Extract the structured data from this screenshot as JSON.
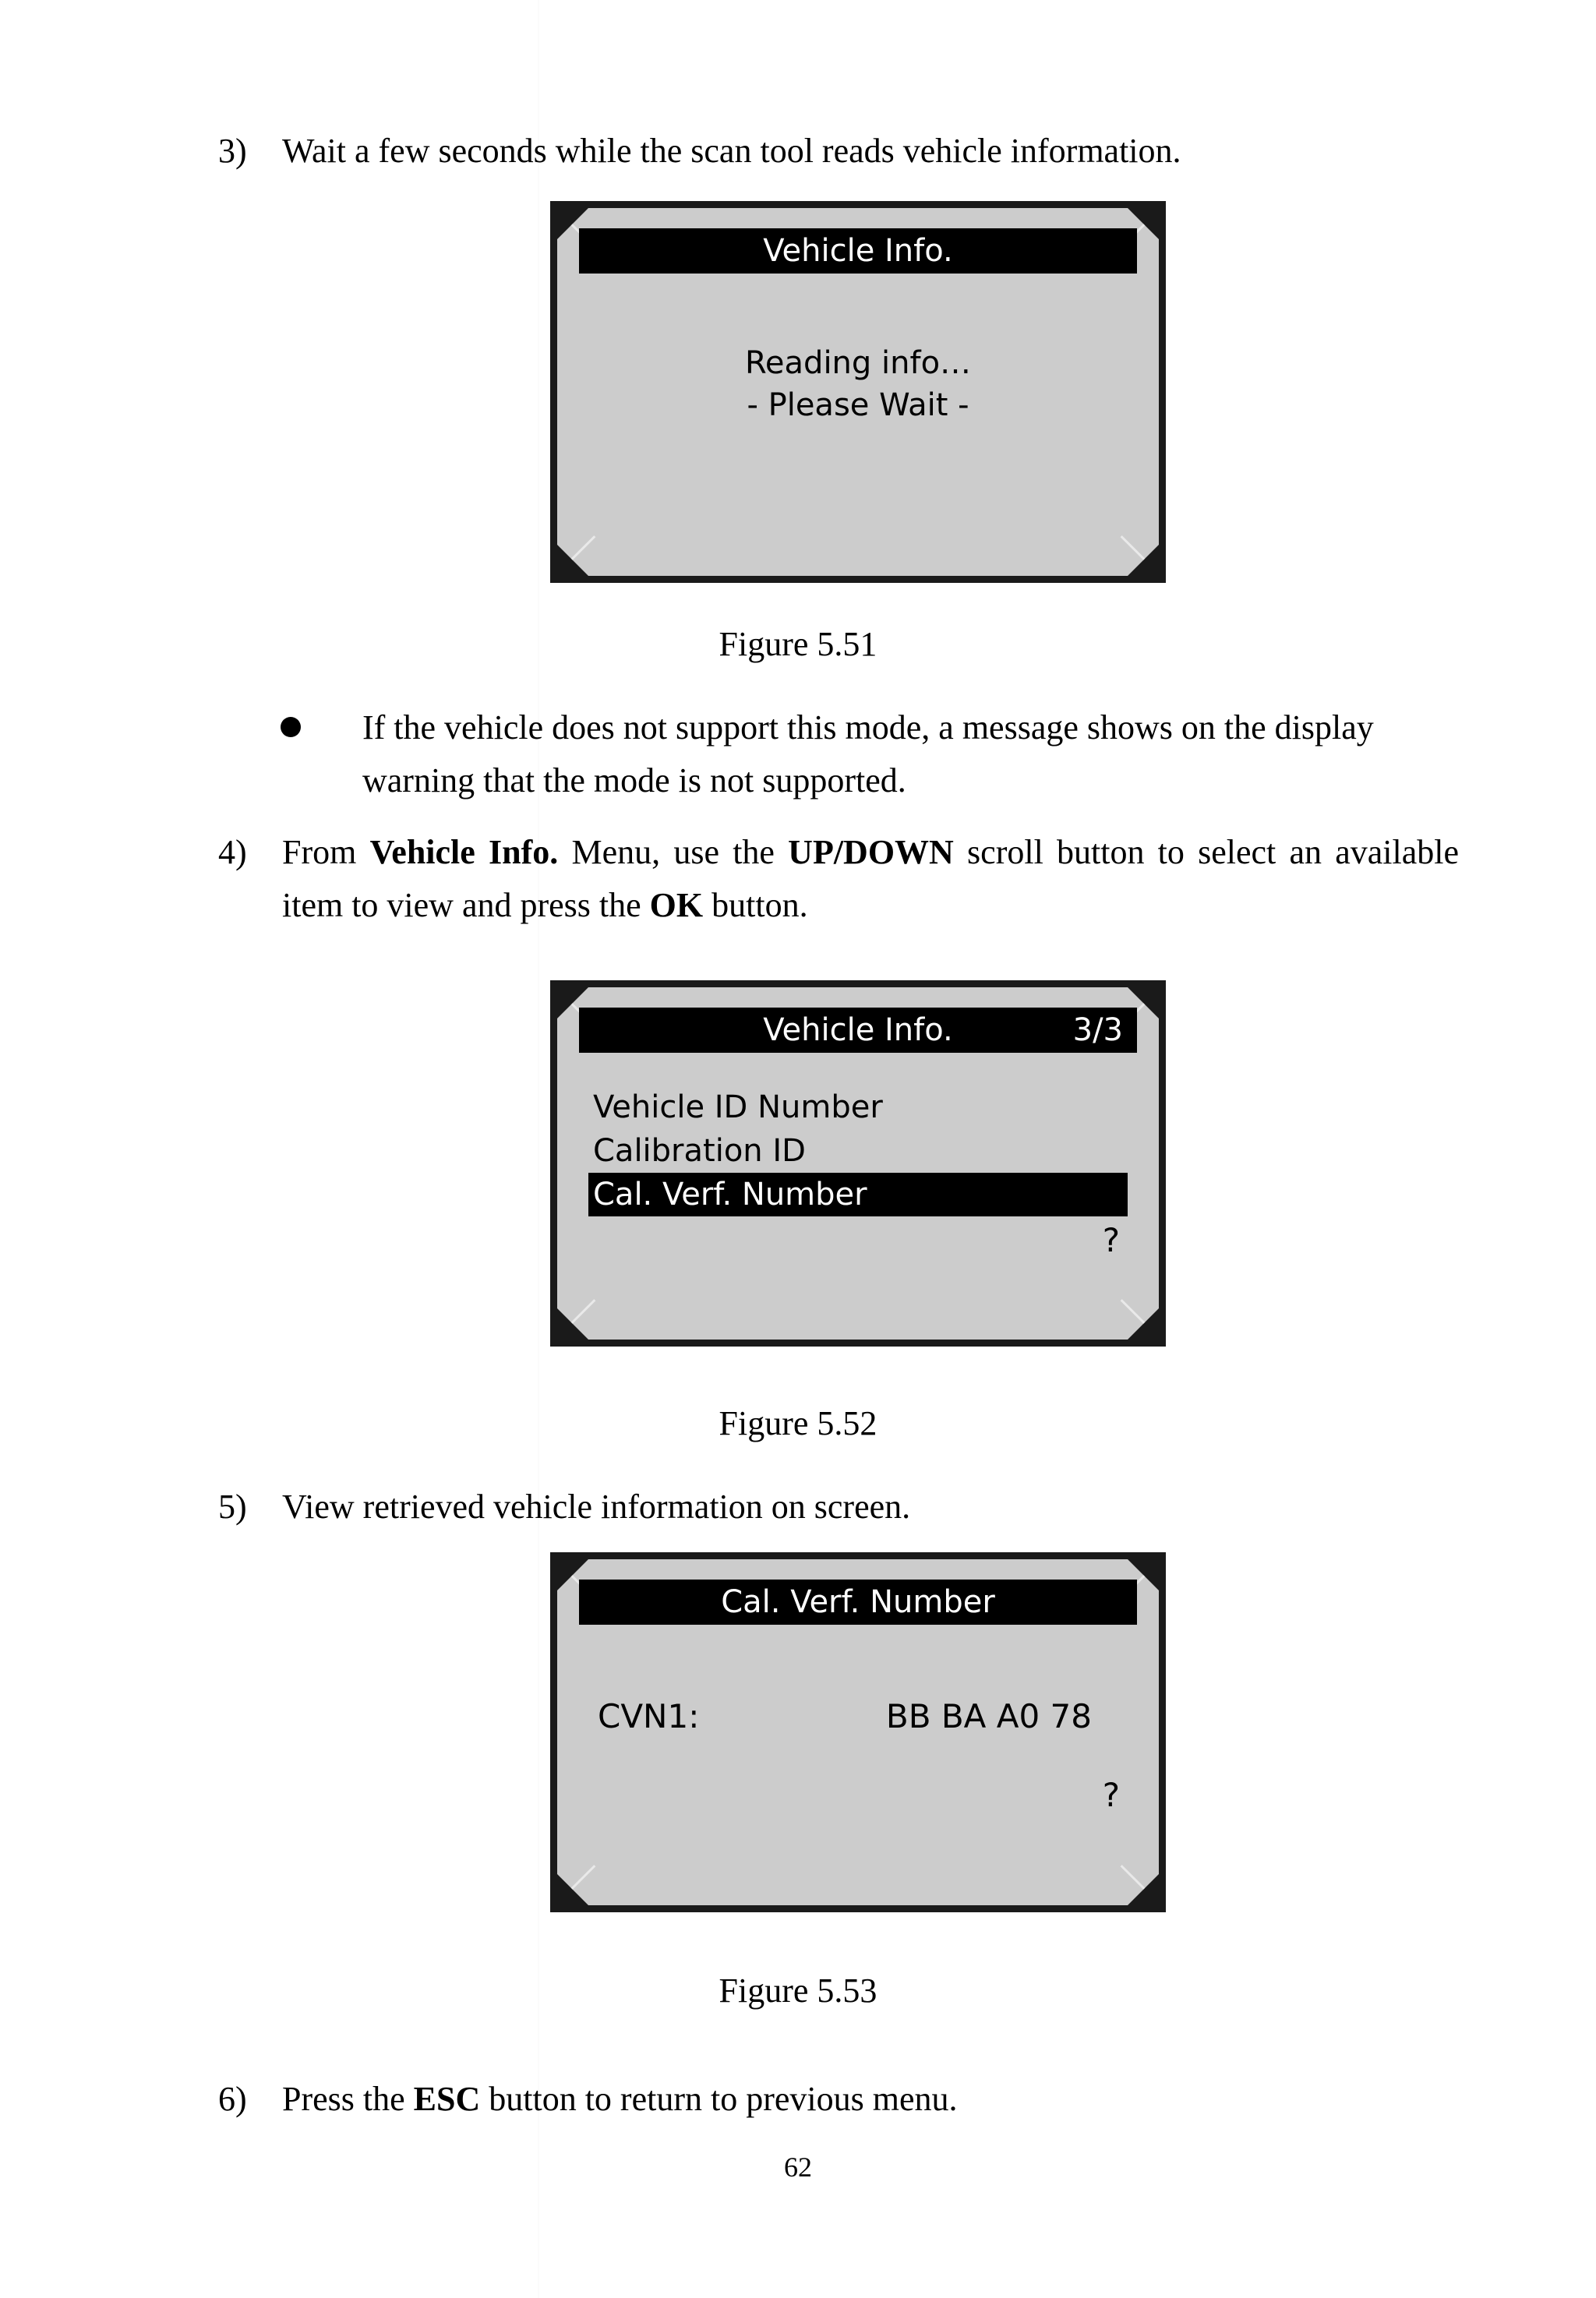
{
  "page": {
    "number": "62"
  },
  "steps": {
    "step3": {
      "marker": "3)",
      "text": "Wait a few seconds while the scan tool reads vehicle information."
    },
    "step4": {
      "marker": "4)",
      "text_a": "From ",
      "bold_a": "Vehicle Info.",
      "text_b": " Menu, use the ",
      "bold_b": "UP/DOWN",
      "text_c": " scroll button to select an available item to view and press the ",
      "bold_c": "OK",
      "text_d": " button."
    },
    "step5": {
      "marker": "5)",
      "text": "View retrieved vehicle information on screen."
    },
    "step6": {
      "marker": "6)",
      "text_a": "Press the ",
      "bold_a": "ESC",
      "text_b": " button to return to previous menu."
    }
  },
  "bullet": {
    "text": "If the vehicle does not support this mode, a message shows on the display warning that the mode is not supported."
  },
  "figures": {
    "fig51": {
      "caption": "Figure 5.51",
      "screen": {
        "title": "Vehicle Info.",
        "line1": "Reading info…",
        "line2": "- Please Wait -"
      }
    },
    "fig52": {
      "caption": "Figure 5.52",
      "screen": {
        "title": "Vehicle Info.",
        "counter": "3/3",
        "items": [
          {
            "label": "Vehicle ID Number",
            "selected": false
          },
          {
            "label": "Calibration ID",
            "selected": false
          },
          {
            "label": "Cal. Verf. Number",
            "selected": true
          }
        ],
        "help_marker": "?"
      }
    },
    "fig53": {
      "caption": "Figure 5.53",
      "screen": {
        "title": "Cal. Verf. Number",
        "row_key": "CVN1:",
        "row_value": "BB BA A0 78",
        "help_marker": "?"
      }
    }
  },
  "colors": {
    "screen_background": "#cccccc",
    "screen_titlebar": "#000000",
    "device_frame": "#1a1a1a",
    "page_background": "#ffffff",
    "text": "#000000"
  }
}
